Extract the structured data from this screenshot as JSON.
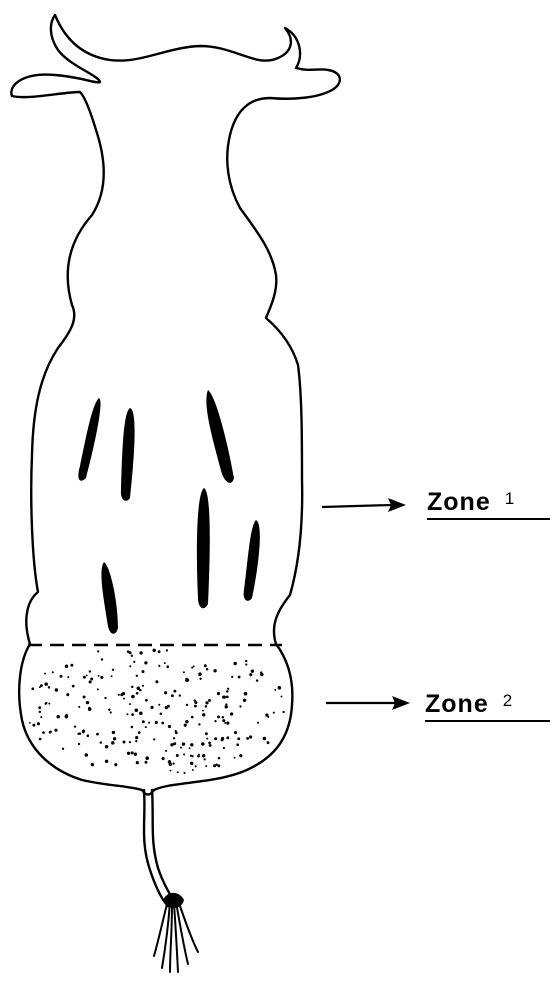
{
  "labels": {
    "zone1": {
      "word": "Zone",
      "number": "1"
    },
    "zone2": {
      "word": "Zone",
      "number": "2"
    }
  }
}
